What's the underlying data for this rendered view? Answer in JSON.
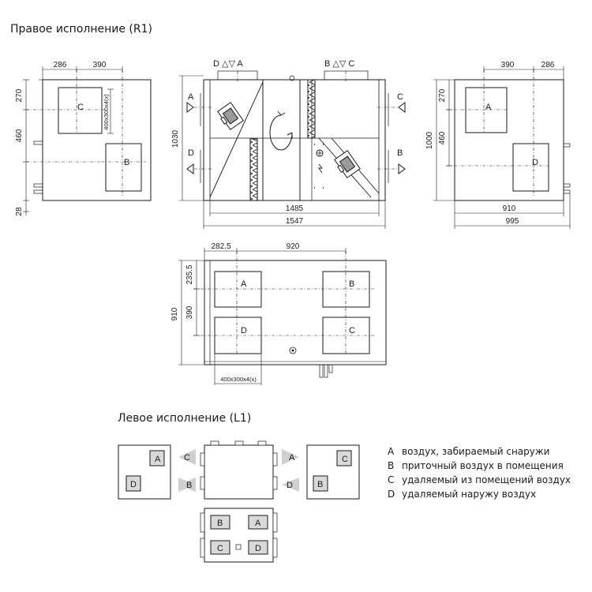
{
  "titles": {
    "right": "Правое исполнение (R1)",
    "left": "Левое исполнение (L1)"
  },
  "ports": {
    "a": "A",
    "b": "B",
    "c": "C",
    "d": "D"
  },
  "dims": {
    "left_top_w1": "286",
    "left_top_w2": "390",
    "left_h1": "270",
    "left_h2": "460",
    "left_h3": "28",
    "duct_size": "400x300x4(x)",
    "front_h": "1030",
    "front_w_inner": "1485",
    "front_w_outer": "1547",
    "right_top_w1": "390",
    "right_top_w2": "286",
    "right_h_total": "1000",
    "right_h1": "270",
    "right_h2": "460",
    "right_w_inner": "910",
    "right_w_outer": "995",
    "plan_w1": "282.5",
    "plan_w2": "920",
    "plan_h_total": "910",
    "plan_h1": "235.5",
    "plan_h2": "390"
  },
  "front_ports": {
    "top_left": "D △▽ A",
    "top_right": "B △▽ C"
  },
  "legend": [
    {
      "key": "A",
      "text": "воздух, забираемый снаружи"
    },
    {
      "key": "B",
      "text": "приточный воздух в помещения"
    },
    {
      "key": "C",
      "text": "удаляемый из помещений воздух"
    },
    {
      "key": "D",
      "text": "удаляемый наружу воздух"
    }
  ],
  "colors": {
    "line": "#1a1a1a",
    "fill_box": "#d9d9d9",
    "arrow_gray": "#cfcfcf"
  }
}
